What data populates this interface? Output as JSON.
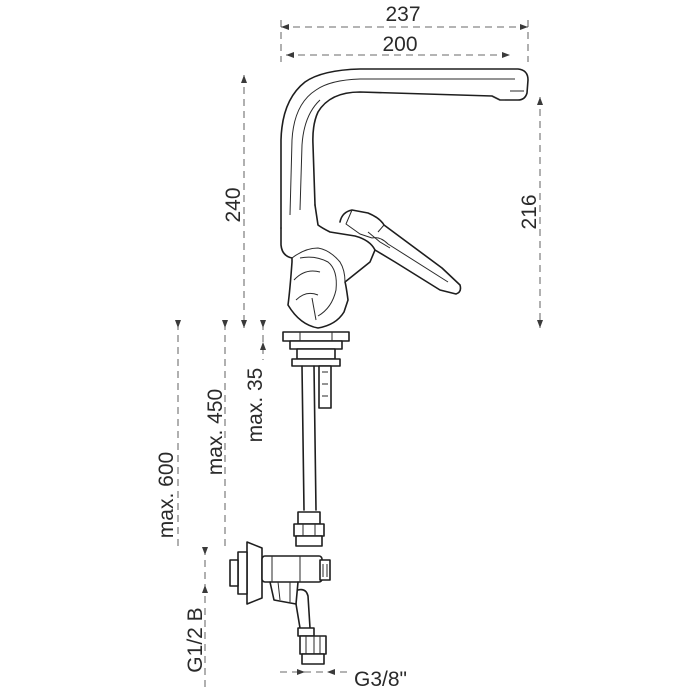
{
  "dimensions": {
    "overall_width": "237",
    "spout_reach": "200",
    "overall_height": "240",
    "spout_height": "216",
    "max_supply_hose": "max. 600",
    "max_counter_thickness_450": "max. 450",
    "max_counter_thickness": "max. 35",
    "inlet_thread": "G1/2 B",
    "outlet_thread": "G3/8\""
  },
  "colors": {
    "line": "#1e1e1e",
    "dimension": "#3a3a3a",
    "background": "#ffffff"
  }
}
